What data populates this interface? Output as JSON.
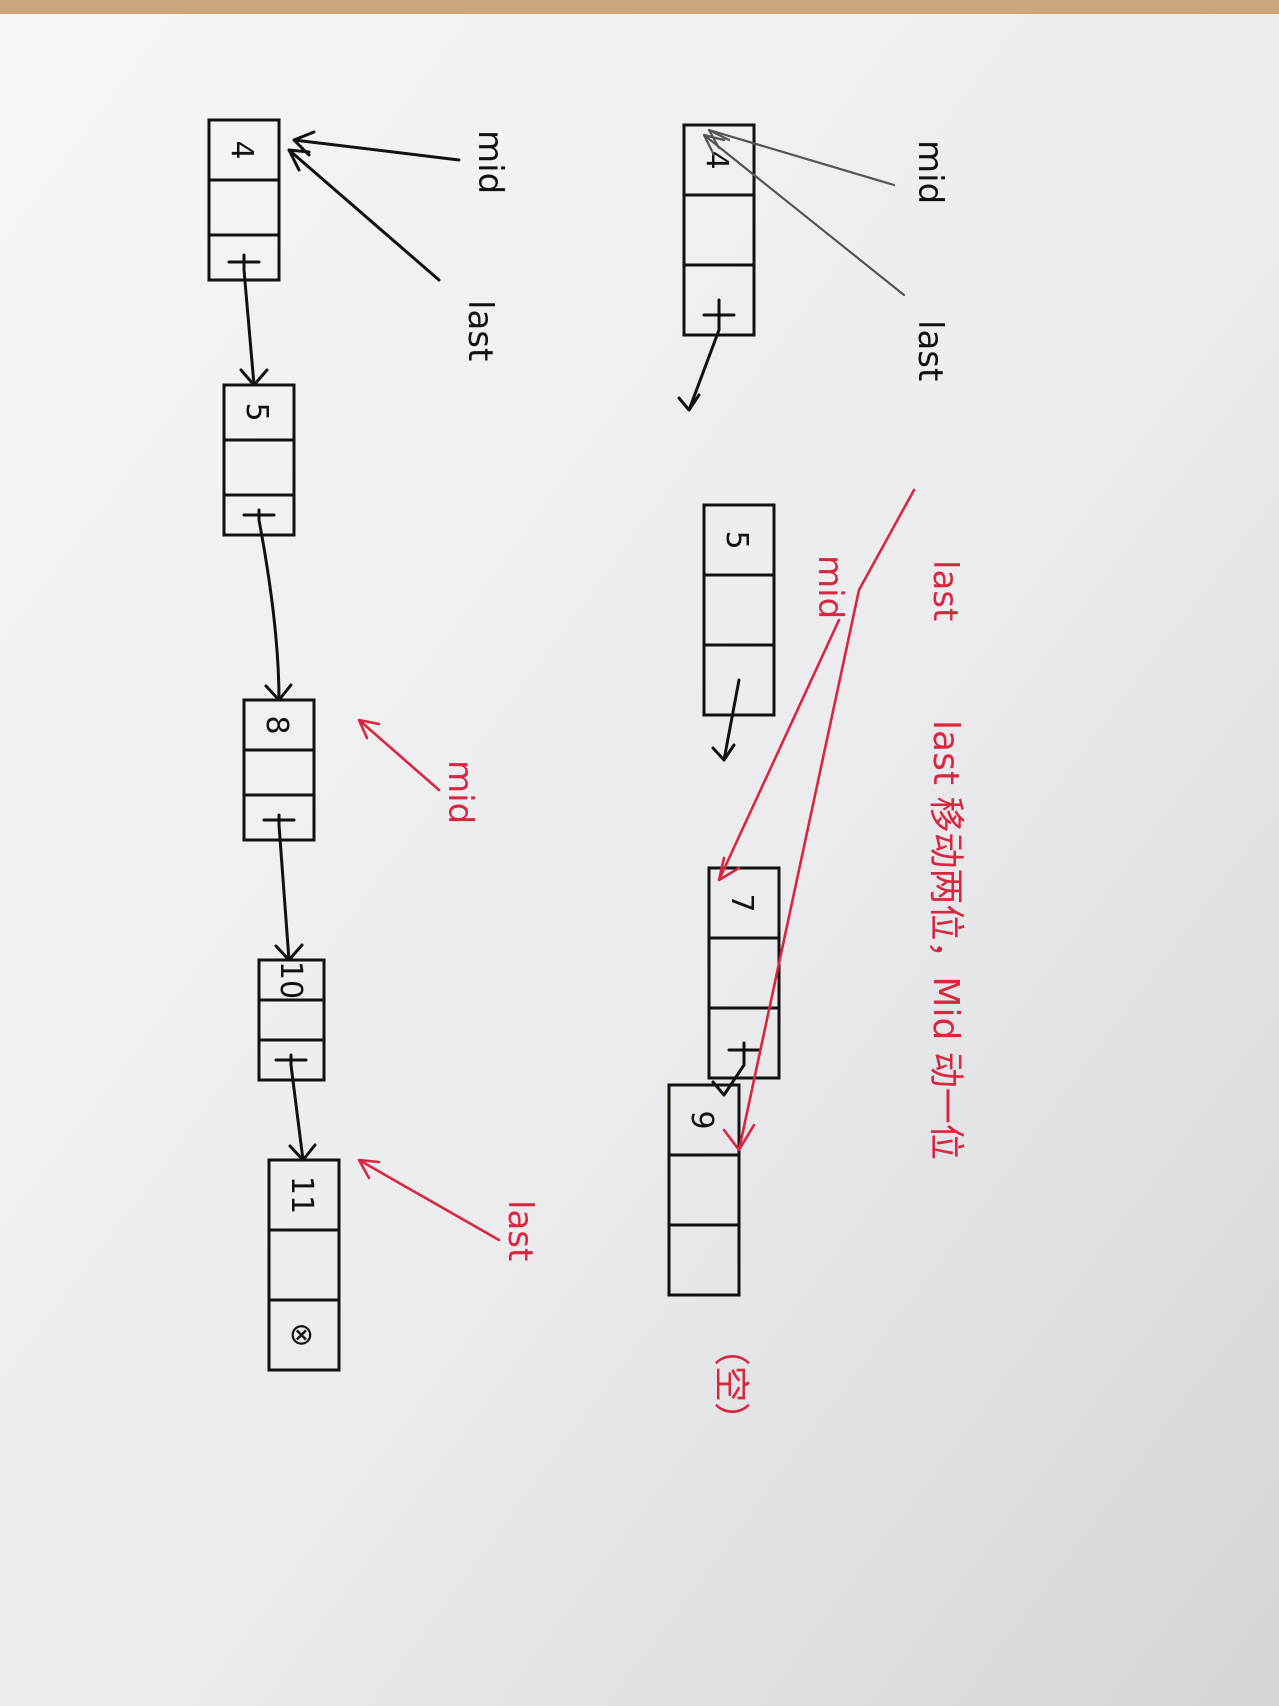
{
  "list_top": {
    "values": [
      "4",
      "5",
      "7",
      "9"
    ]
  },
  "list_bottom": {
    "values": [
      "4",
      "5",
      "8",
      "10",
      "11"
    ],
    "null_symbol": "⊗"
  },
  "labels": {
    "mid": "mid",
    "last": "last"
  },
  "note": {
    "main": "last 移动两位，Mid 动一位",
    "end": "（空）"
  },
  "colors": {
    "ink": "#111111",
    "red_pen": "#d7263d",
    "paper": "#f4f4f6"
  }
}
